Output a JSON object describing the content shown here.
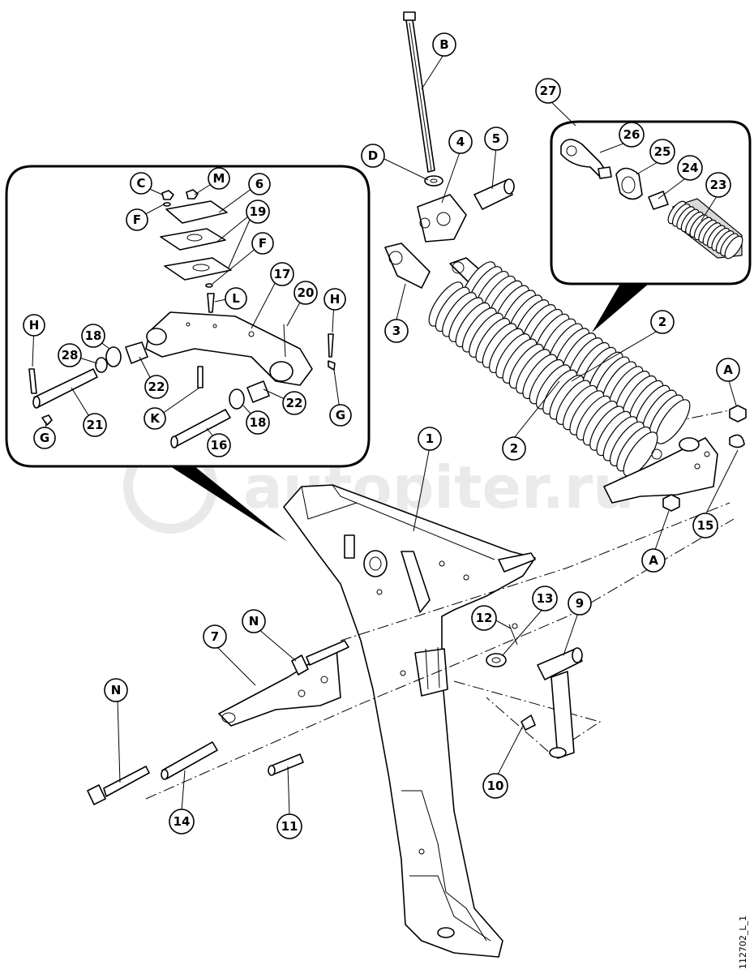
{
  "watermark": "autopiter.ru",
  "drawing_code": "112702_L_1",
  "labels": {
    "B": "B",
    "D": "D",
    "four": "4",
    "five": "5",
    "twentyseven": "27",
    "twentysix": "26",
    "twentyfive": "25",
    "twentyfour": "24",
    "twentythree": "23",
    "three": "3",
    "two_top": "2",
    "two_mid": "2",
    "A_top": "A",
    "A_bottom": "A",
    "fifteen": "15",
    "one": "1",
    "thirteen": "13",
    "nine": "9",
    "twelve": "12",
    "seven": "7",
    "N_upper": "N",
    "N_left": "N",
    "fourteen": "14",
    "eleven": "11",
    "ten": "10",
    "C": "C",
    "M": "M",
    "six": "6",
    "F_top": "F",
    "nineteen": "19",
    "F_mid": "F",
    "L": "L",
    "seventeen": "17",
    "twenty": "20",
    "H_left": "H",
    "H_right": "H",
    "eighteen_top": "18",
    "twentyeight": "28",
    "twentytwo_top": "22",
    "twentyone": "21",
    "K": "K",
    "twentytwo_bottom": "22",
    "eighteen_bottom": "18",
    "sixteen": "16",
    "G_left": "G",
    "G_right": "G"
  }
}
